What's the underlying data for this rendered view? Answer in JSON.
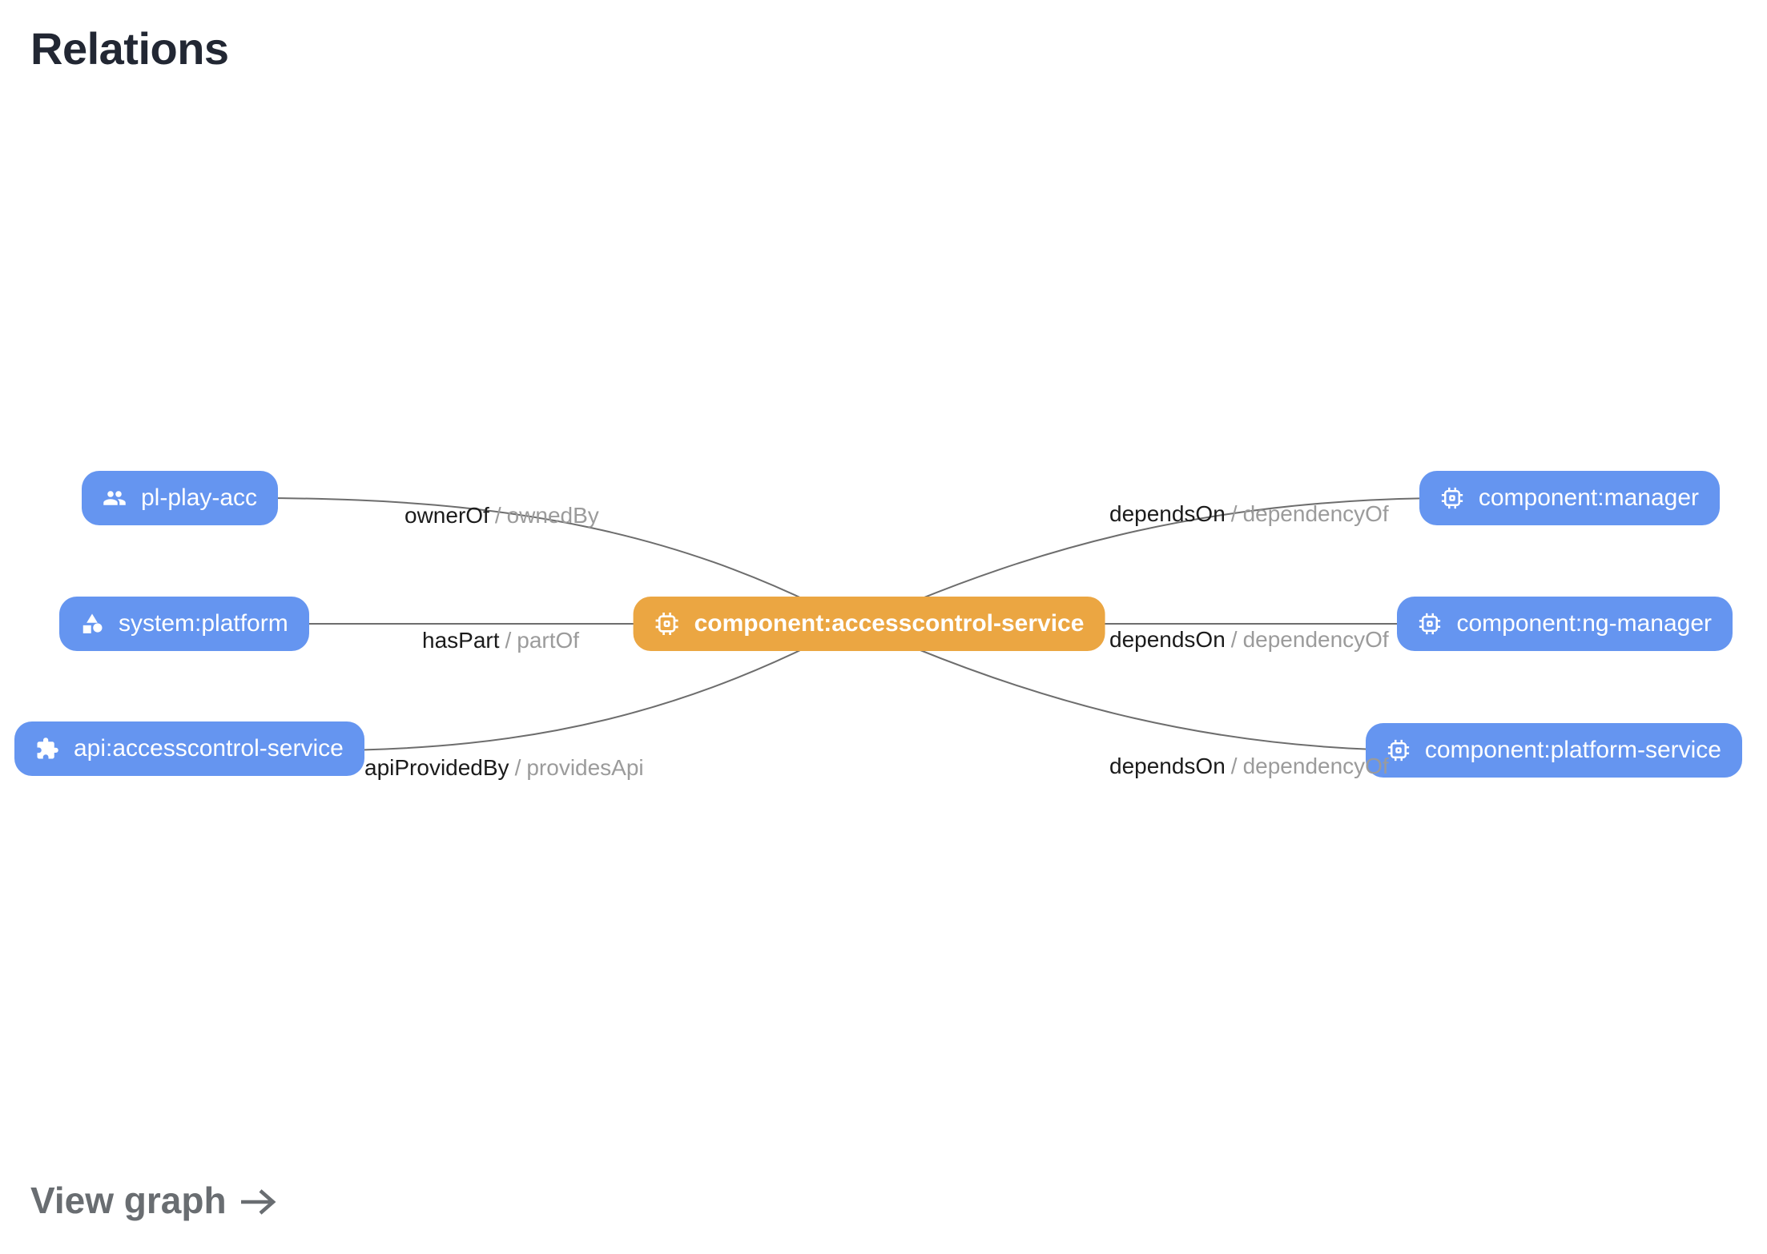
{
  "page": {
    "title": "Relations",
    "view_graph_label": "View graph"
  },
  "colors": {
    "primary_node_fill": "#eba642",
    "secondary_node_fill": "#6595f0",
    "node_text": "#ffffff",
    "edge_stroke": "#6d6d6d",
    "label_primary": "#1b1b1b",
    "label_secondary": "#9b9b9b",
    "title_text": "#222733",
    "view_graph_text": "#696d71"
  },
  "nodes": [
    {
      "label": "pl-play-acc",
      "icon": "group-icon",
      "role": "related"
    },
    {
      "label": "system:platform",
      "icon": "category-icon",
      "role": "related"
    },
    {
      "label": "api:accesscontrol-service",
      "icon": "extension-icon",
      "role": "related"
    },
    {
      "label": "component:accesscontrol-service",
      "icon": "memory-icon",
      "role": "primary"
    },
    {
      "label": "component:manager",
      "icon": "memory-icon",
      "role": "related"
    },
    {
      "label": "component:ng-manager",
      "icon": "memory-icon",
      "role": "related"
    },
    {
      "label": "component:platform-service",
      "icon": "memory-icon",
      "role": "related"
    }
  ],
  "edges": [
    {
      "relation": "ownerOf",
      "separator": "/",
      "inverse": "ownedBy"
    },
    {
      "relation": "hasPart",
      "separator": "/",
      "inverse": "partOf"
    },
    {
      "relation": "apiProvidedBy",
      "separator": "/",
      "inverse": "providesApi"
    },
    {
      "relation": "dependsOn",
      "separator": "/",
      "inverse": "dependencyOf"
    },
    {
      "relation": "dependsOn",
      "separator": "/",
      "inverse": "dependencyOf"
    },
    {
      "relation": "dependsOn",
      "separator": "/",
      "inverse": "dependencyOf"
    }
  ]
}
